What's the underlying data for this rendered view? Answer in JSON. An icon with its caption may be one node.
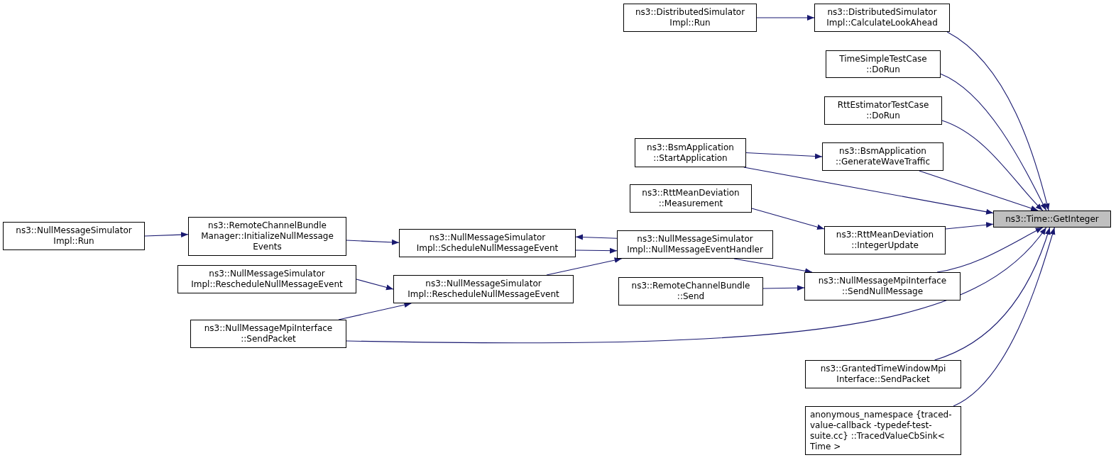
{
  "diagram": {
    "nodes": [
      {
        "text": [
          "ns3::Time::GetInteger"
        ]
      },
      {
        "text": [
          "ns3::DistributedSimulator Impl::CalculateLookAhead"
        ]
      },
      {
        "text": [
          "ns3::DistributedSimulator Impl::Run"
        ]
      },
      {
        "text": [
          "TimeSimpleTestCase ::DoRun"
        ]
      },
      {
        "text": [
          "RttEstimatorTestCase ::DoRun"
        ]
      },
      {
        "text": [
          "ns3::BsmApplication ::GenerateWaveTraffic"
        ]
      },
      {
        "text": [
          "ns3::BsmApplication ::StartApplication"
        ]
      },
      {
        "text": [
          "ns3::RttMeanDeviation ::Measurement"
        ]
      },
      {
        "text": [
          "ns3::RttMeanDeviation ::IntegerUpdate"
        ]
      },
      {
        "text": [
          "ns3::NullMessageSimulator Impl::NullMessageEventHandler"
        ]
      },
      {
        "text": [
          "ns3::NullMessageSimulator Impl::ScheduleNullMessageEvent"
        ]
      },
      {
        "text": [
          "ns3::RemoteChannelBundle Manager::InitializeNullMessage Events"
        ]
      },
      {
        "text": [
          "ns3::NullMessageSimulator Impl::Run"
        ]
      },
      {
        "text": [
          "ns3::NullMessageMpiInterface ::SendNullMessage"
        ]
      },
      {
        "text": [
          "ns3::RemoteChannelBundle ::Send"
        ]
      },
      {
        "text": [
          "ns3::NullMessageSimulator Impl::RescheduleNullMessageEvent"
        ]
      },
      {
        "text": [
          "ns3::NullMessageSimulator Impl::RescheduleNullMessageEvent"
        ]
      },
      {
        "text": [
          "ns3::NullMessageMpiInterface ::SendPacket"
        ]
      },
      {
        "text": [
          "ns3::GrantedTimeWindowMpi Interface::SendPacket"
        ]
      },
      {
        "text": [
          "anonymous_namespace {traced-value-callback -typedef-test-suite.cc} ::TracedValueCbSink< Time >"
        ]
      }
    ],
    "edges": [
      {
        "from": 1,
        "to": 0,
        "arrow": "to"
      },
      {
        "from": 2,
        "to": 1,
        "arrow": "to"
      },
      {
        "from": 3,
        "to": 0,
        "arrow": "to"
      },
      {
        "from": 4,
        "to": 0,
        "arrow": "to"
      },
      {
        "from": 5,
        "to": 0,
        "arrow": "to"
      },
      {
        "from": 6,
        "to": 5,
        "arrow": "to"
      },
      {
        "from": 6,
        "to": 0,
        "arrow": "to"
      },
      {
        "from": 7,
        "to": 8,
        "arrow": "to"
      },
      {
        "from": 8,
        "to": 0,
        "arrow": "to"
      },
      {
        "from": 9,
        "to": 13,
        "arrow": "to"
      },
      {
        "from": 13,
        "to": 0,
        "arrow": "to"
      },
      {
        "from": 14,
        "to": 13,
        "arrow": "to"
      },
      {
        "from": 10,
        "to": 9,
        "arrow": "to"
      },
      {
        "from": 9,
        "to": 10,
        "arrow": "to"
      },
      {
        "from": 11,
        "to": 10,
        "arrow": "to"
      },
      {
        "from": 12,
        "to": 11,
        "arrow": "to"
      },
      {
        "from": 15,
        "to": 9,
        "arrow": "to"
      },
      {
        "from": 16,
        "to": 15,
        "arrow": "to"
      },
      {
        "from": 17,
        "to": 15,
        "arrow": "to"
      },
      {
        "from": 17,
        "to": 0,
        "arrow": "to"
      },
      {
        "from": 18,
        "to": 0,
        "arrow": "to"
      },
      {
        "from": 19,
        "to": 0,
        "arrow": "to"
      }
    ]
  }
}
